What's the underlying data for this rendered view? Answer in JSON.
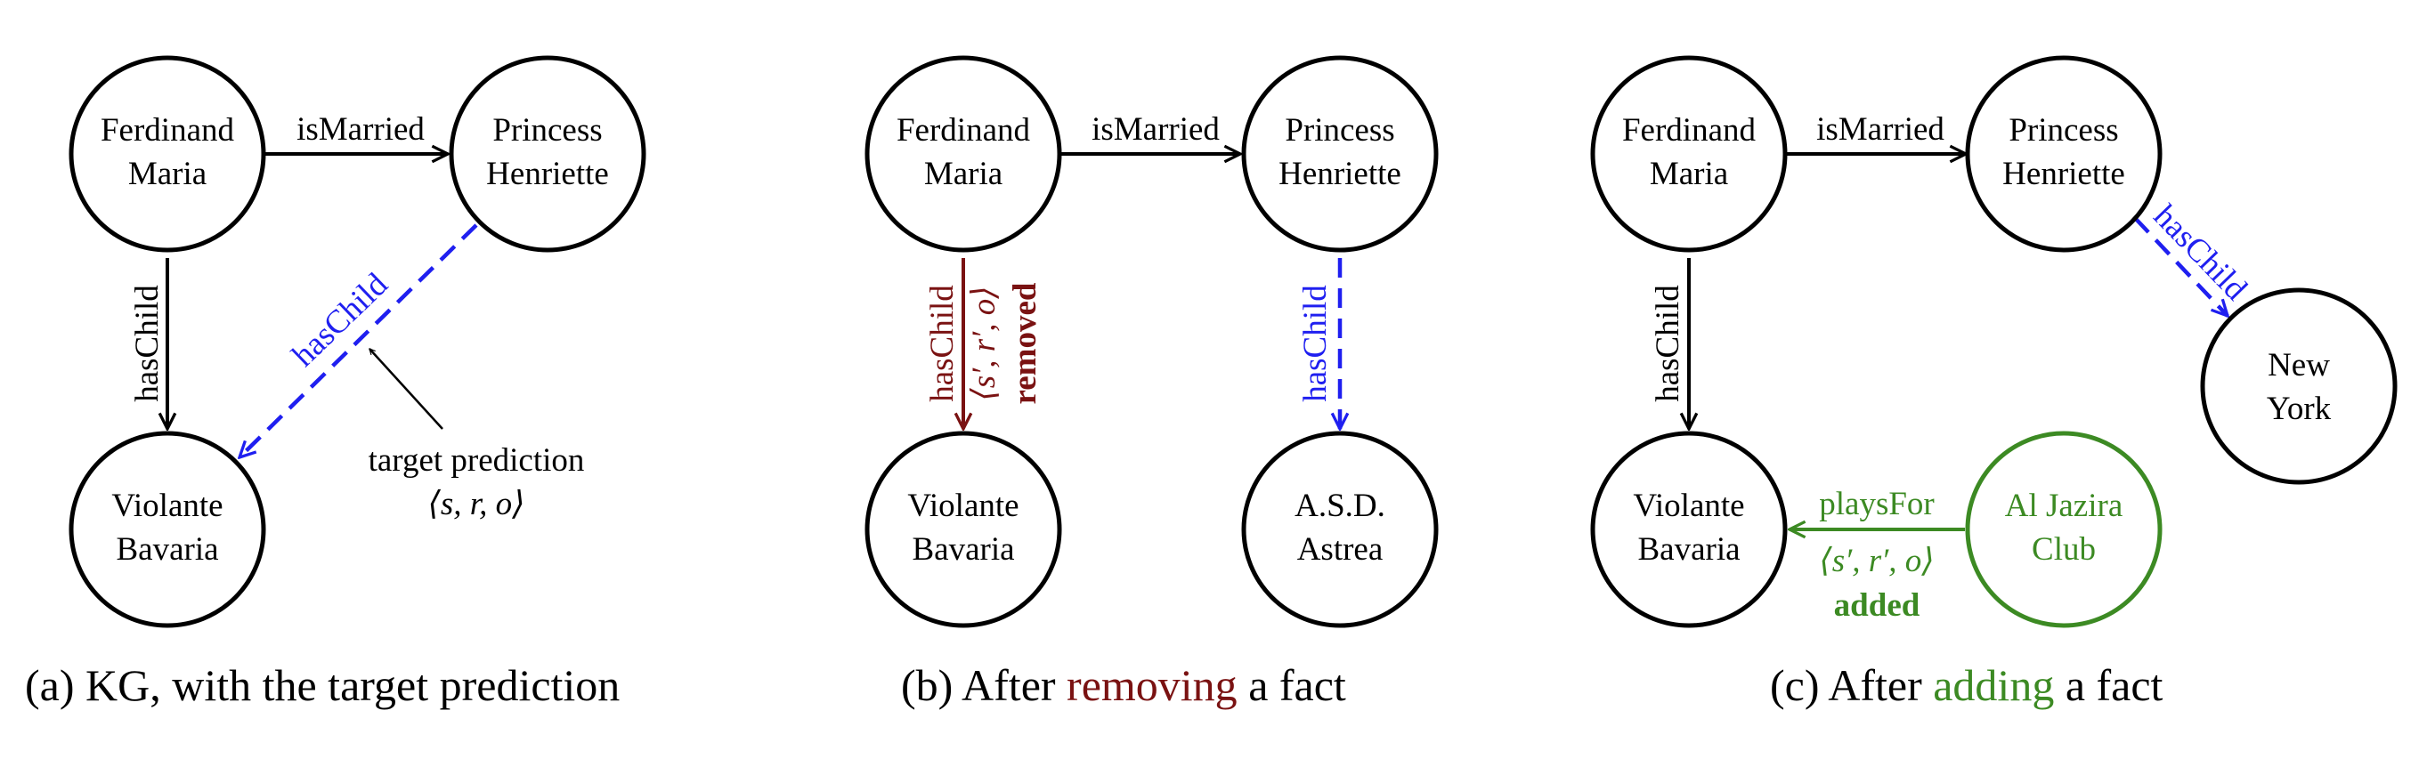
{
  "colors": {
    "black": "#000000",
    "blue": "#1f1ff0",
    "red": "#7a1212",
    "green": "#3c8a23"
  },
  "panel_a": {
    "nodes": {
      "ferdinand": [
        "Ferdinand",
        "Maria"
      ],
      "henriette": [
        "Princess",
        "Henriette"
      ],
      "violante": [
        "Violante",
        "Bavaria"
      ]
    },
    "edges": {
      "is_married": "isMarried",
      "has_child": "hasChild",
      "has_child_target": "hasChild"
    },
    "annotation": {
      "label": "target prediction",
      "triple": "⟨s, r, o⟩"
    },
    "caption": {
      "prefix": "(a) KG, with the target prediction",
      "highlight": "",
      "suffix": ""
    }
  },
  "panel_b": {
    "nodes": {
      "ferdinand": [
        "Ferdinand",
        "Maria"
      ],
      "henriette": [
        "Princess",
        "Henriette"
      ],
      "violante": [
        "Violante",
        "Bavaria"
      ],
      "astrea": [
        "A.S.D.",
        "Astrea"
      ]
    },
    "edges": {
      "is_married": "isMarried",
      "has_child_removed": "hasChild",
      "removed_triple": "⟨s′, r′, o⟩",
      "removed_label": "removed",
      "has_child_target": "hasChild"
    },
    "caption": {
      "prefix": "(b) After ",
      "highlight": "removing",
      "suffix": " a fact"
    }
  },
  "panel_c": {
    "nodes": {
      "ferdinand": [
        "Ferdinand",
        "Maria"
      ],
      "henriette": [
        "Princess",
        "Henriette"
      ],
      "violante": [
        "Violante",
        "Bavaria"
      ],
      "new_york": [
        "New",
        "York"
      ],
      "al_jazira": [
        "Al Jazira",
        "Club"
      ]
    },
    "edges": {
      "is_married": "isMarried",
      "has_child": "hasChild",
      "has_child_target": "hasChild",
      "plays_for": "playsFor",
      "added_triple": "⟨s′, r′, o⟩",
      "added_label": "added"
    },
    "caption": {
      "prefix": "(c) After ",
      "highlight": "adding",
      "suffix": " a fact"
    }
  }
}
